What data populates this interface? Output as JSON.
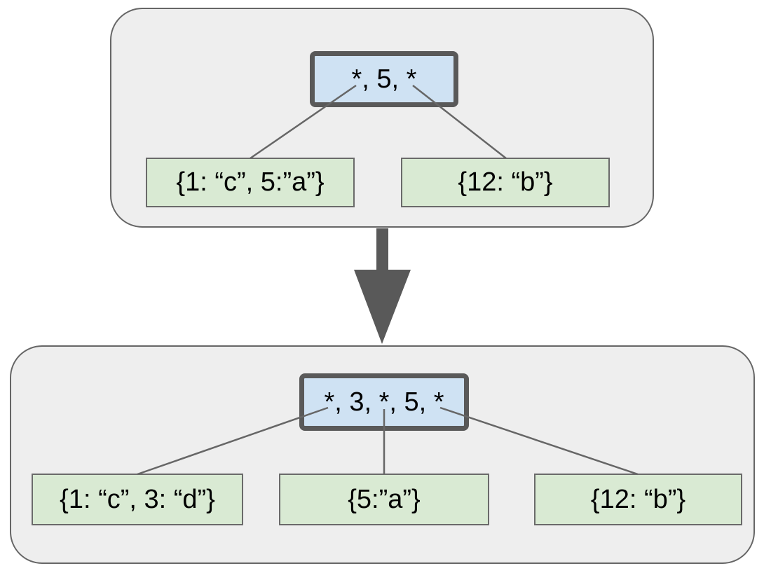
{
  "colors": {
    "page_background": "#ffffff",
    "group_fill": "#eeeeee",
    "group_border": "#666666",
    "root_fill": "#cfe2f3",
    "root_border": "#595959",
    "leaf_fill": "#d9ead3",
    "leaf_border": "#6a6a6a",
    "connector": "#666666",
    "arrow": "#595959"
  },
  "tree_before": {
    "root": {
      "label": "*, 5, *"
    },
    "leaves": [
      {
        "label": "{1: “c”, 5:”a”}"
      },
      {
        "label": "{12: “b”}"
      }
    ]
  },
  "tree_after": {
    "root": {
      "label": "*, 3, *, 5, *"
    },
    "leaves": [
      {
        "label": "{1: “c”, 3: “d”}"
      },
      {
        "label": "{5:”a”}"
      },
      {
        "label": "{12: “b”}"
      }
    ]
  },
  "arrow": {
    "direction": "down"
  }
}
